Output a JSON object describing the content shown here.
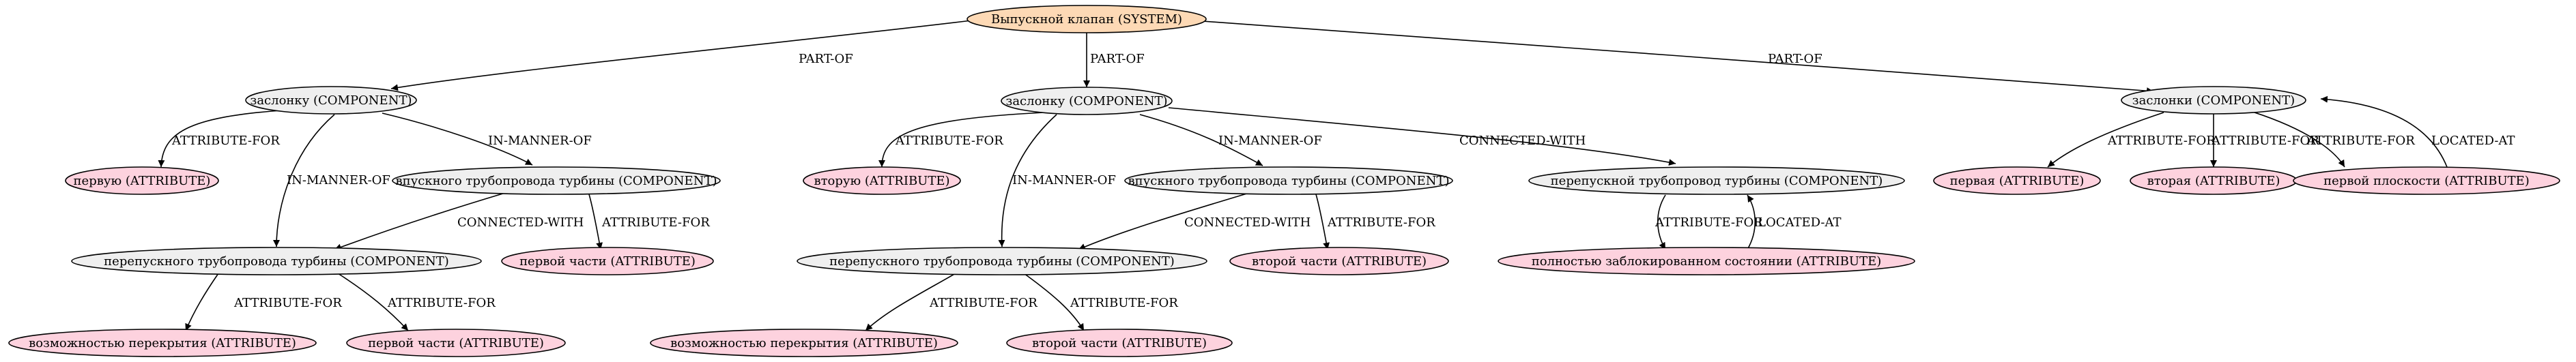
{
  "colors": {
    "system": "#fdd9b5",
    "component": "#efefef",
    "attribute": "#fdd2de"
  },
  "nodes": {
    "system": {
      "label": "Выпускной клапан (SYSTEM)",
      "kind": "system"
    },
    "c1": {
      "label": "заслонку (COMPONENT)",
      "kind": "component"
    },
    "c2": {
      "label": "заслонку (COMPONENT)",
      "kind": "component"
    },
    "c3": {
      "label": "заслонки (COMPONENT)",
      "kind": "component"
    },
    "a1": {
      "label": "первую (ATTRIBUTE)",
      "kind": "attribute"
    },
    "vp1": {
      "label": "впускного трубопровода турбины (COMPONENT)",
      "kind": "component"
    },
    "pp1": {
      "label": "перепускного трубопровода турбины (COMPONENT)",
      "kind": "component"
    },
    "a2": {
      "label": "первой части (ATTRIBUTE)",
      "kind": "attribute"
    },
    "a3": {
      "label": "возможностью перекрытия (ATTRIBUTE)",
      "kind": "attribute"
    },
    "a4": {
      "label": "первой части (ATTRIBUTE)",
      "kind": "attribute"
    },
    "a5": {
      "label": "вторую (ATTRIBUTE)",
      "kind": "attribute"
    },
    "vp2": {
      "label": "впускного трубопровода турбины (COMPONENT)",
      "kind": "component"
    },
    "pt2": {
      "label": "перепускной трубопровод турбины (COMPONENT)",
      "kind": "component"
    },
    "pp2": {
      "label": "перепускного трубопровода турбины (COMPONENT)",
      "kind": "component"
    },
    "a6": {
      "label": "второй части (ATTRIBUTE)",
      "kind": "attribute"
    },
    "a7": {
      "label": "полностью заблокированном состоянии (ATTRIBUTE)",
      "kind": "attribute"
    },
    "a8": {
      "label": "возможностью перекрытия (ATTRIBUTE)",
      "kind": "attribute"
    },
    "a9": {
      "label": "второй части (ATTRIBUTE)",
      "kind": "attribute"
    },
    "a10": {
      "label": "первая (ATTRIBUTE)",
      "kind": "attribute"
    },
    "a11": {
      "label": "вторая (ATTRIBUTE)",
      "kind": "attribute"
    },
    "a12": {
      "label": "первой плоскости (ATTRIBUTE)",
      "kind": "attribute"
    }
  },
  "edges": {
    "e1": {
      "from": "system",
      "to": "c1",
      "label": "PART-OF"
    },
    "e2": {
      "from": "system",
      "to": "c2",
      "label": "PART-OF"
    },
    "e3": {
      "from": "system",
      "to": "c3",
      "label": "PART-OF"
    },
    "e4": {
      "from": "c1",
      "to": "a1",
      "label": "ATTRIBUTE-FOR"
    },
    "e5": {
      "from": "c1",
      "to": "pp1",
      "label": "IN-MANNER-OF"
    },
    "e6": {
      "from": "c1",
      "to": "vp1",
      "label": "IN-MANNER-OF"
    },
    "e7": {
      "from": "vp1",
      "to": "pp1",
      "label": "CONNECTED-WITH"
    },
    "e8": {
      "from": "vp1",
      "to": "a2",
      "label": "ATTRIBUTE-FOR"
    },
    "e9": {
      "from": "pp1",
      "to": "a3",
      "label": "ATTRIBUTE-FOR"
    },
    "e10": {
      "from": "pp1",
      "to": "a4",
      "label": "ATTRIBUTE-FOR"
    },
    "e11": {
      "from": "c2",
      "to": "a5",
      "label": "ATTRIBUTE-FOR"
    },
    "e12": {
      "from": "c2",
      "to": "pp2",
      "label": "IN-MANNER-OF"
    },
    "e13": {
      "from": "c2",
      "to": "vp2",
      "label": "IN-MANNER-OF"
    },
    "e14": {
      "from": "c2",
      "to": "pt2",
      "label": "CONNECTED-WITH"
    },
    "e15": {
      "from": "vp2",
      "to": "pp2",
      "label": "CONNECTED-WITH"
    },
    "e16": {
      "from": "vp2",
      "to": "a6",
      "label": "ATTRIBUTE-FOR"
    },
    "e17": {
      "from": "pt2",
      "to": "a7",
      "label": "ATTRIBUTE-FOR"
    },
    "e18": {
      "from": "a7",
      "to": "pt2",
      "label": "LOCATED-AT"
    },
    "e19": {
      "from": "pp2",
      "to": "a8",
      "label": "ATTRIBUTE-FOR"
    },
    "e20": {
      "from": "pp2",
      "to": "a9",
      "label": "ATTRIBUTE-FOR"
    },
    "e21": {
      "from": "c3",
      "to": "a10",
      "label": "ATTRIBUTE-FOR"
    },
    "e22": {
      "from": "c3",
      "to": "a11",
      "label": "ATTRIBUTE-FOR"
    },
    "e23": {
      "from": "c3",
      "to": "a12",
      "label": "ATTRIBUTE-FOR"
    },
    "e24": {
      "from": "a12",
      "to": "c3",
      "label": "LOCATED-AT"
    }
  }
}
